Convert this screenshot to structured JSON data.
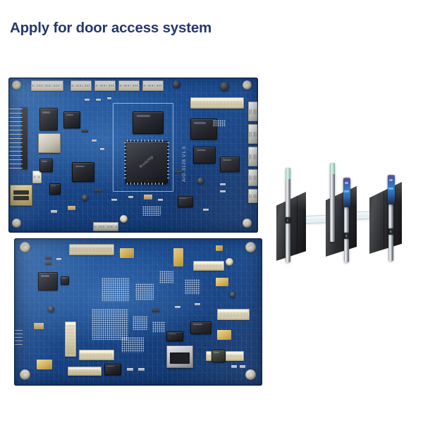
{
  "page": {
    "title": "Apply for door access system",
    "background_color": "#ffffff",
    "title_color": "#25386b"
  },
  "boards": [
    {
      "name": "aio-3128-mainboard",
      "silkscreen": "AIO-3128 V1.0",
      "soc_label": "Rockchip",
      "pcb_color": "#1b4a8e",
      "connectors": [
        "hdmi-port",
        "pin-header",
        "jst-connectors",
        "fpc-connector"
      ]
    },
    {
      "name": "secondary-pcb",
      "silkscreen": "",
      "pcb_color": "#1b4a8e",
      "connectors": [
        "fpc-connectors",
        "usb-connector",
        "gold-pads"
      ]
    }
  ],
  "gates": {
    "label": "speed-gate-turnstiles",
    "count": 3,
    "cabinet_color": "#2c2d30",
    "reader_color": "#2f84c9",
    "barrier_color": "#e6f2f7"
  }
}
